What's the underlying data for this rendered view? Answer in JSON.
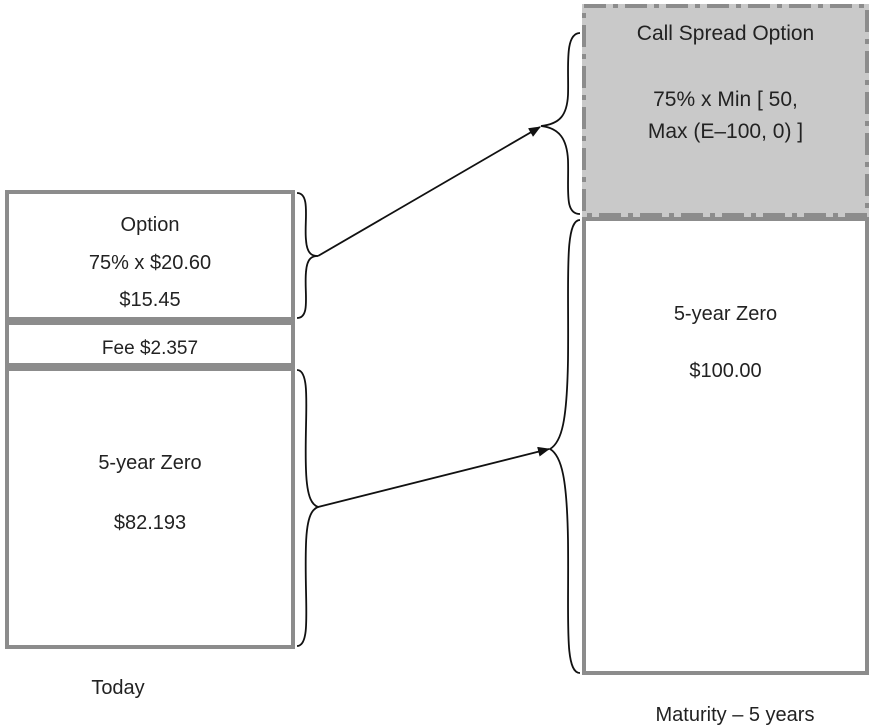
{
  "today": {
    "option_box": {
      "title": "Option",
      "line1": "75% x $20.60",
      "line2": "$15.45"
    },
    "fee_box": {
      "label": "Fee $2.357"
    },
    "zero_box": {
      "title": "5-year Zero",
      "value": "$82.193"
    },
    "caption": "Today"
  },
  "maturity": {
    "call_spread_box": {
      "title": "Call Spread Option",
      "formula_line1": "75% x Min [ 50,",
      "formula_line2": "Max (E–100, 0) ]"
    },
    "zero_box": {
      "title": "5-year Zero",
      "value": "$100.00"
    },
    "caption": "Maturity – 5 years"
  },
  "colors": {
    "box_border": "#8c8c8c",
    "call_spread_fill": "#c9c9c9",
    "connector": "#111111"
  }
}
